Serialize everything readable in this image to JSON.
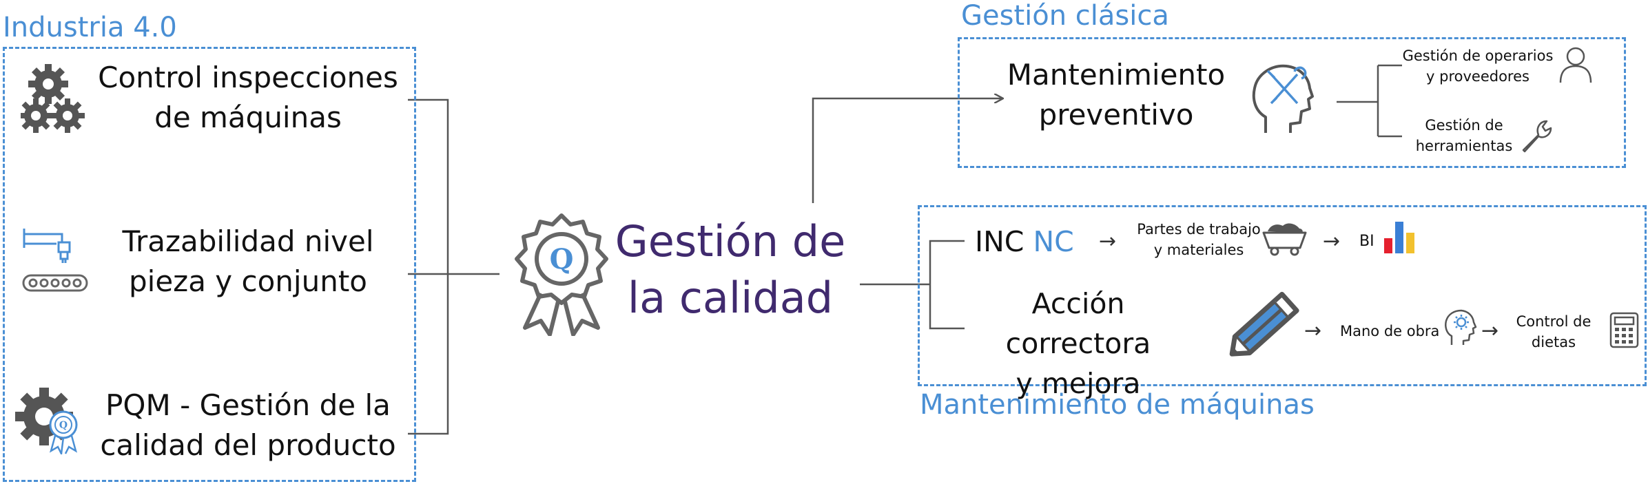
{
  "industria": {
    "title": "Industria 4.0",
    "items": [
      {
        "line1": "Control inspecciones",
        "line2": "de máquinas",
        "icon": "gears-icon"
      },
      {
        "line1": "Trazabilidad nivel",
        "line2": "pieza y conjunto",
        "icon": "conveyor-robot-icon"
      },
      {
        "line1": "PQM - Gestión de la",
        "line2": "calidad del producto",
        "icon": "gear-quality-badge-icon"
      }
    ]
  },
  "center": {
    "line1": "Gestión de",
    "line2": "la calidad",
    "icon": "quality-award-icon",
    "badge_letter": "Q"
  },
  "clasica": {
    "title": "Gestión clásica",
    "main_line1": "Mantenimiento",
    "main_line2": "preventivo",
    "main_icon": "head-tools-icon",
    "branches": [
      {
        "line1": "Gestión de operarios",
        "line2": "y proveedores",
        "icon": "person-icon"
      },
      {
        "line1": "Gestión de",
        "line2": "herramientas",
        "icon": "wrench-icon"
      }
    ]
  },
  "maquinas": {
    "title": "Mantenimiento de máquinas",
    "row1": {
      "inc": "INC",
      "nc": "NC",
      "arrow": "→",
      "partes_line1": "Partes de trabajo",
      "partes_line2": "y materiales",
      "partes_icon": "mine-cart-icon",
      "arrow2": "→",
      "bi": "BI",
      "bi_icon": "bar-chart-icon"
    },
    "row2": {
      "line1": "Acción correctora",
      "line2": "y mejora",
      "icon": "pencil-icon",
      "arrow": "→",
      "mano": "Mano de obra",
      "mano_icon": "head-gear-icon",
      "arrow2": "→",
      "control_line1": "Control de",
      "control_line2": "dietas",
      "control_icon": "calculator-icon"
    }
  },
  "colors": {
    "accent_blue": "#4a8fd4",
    "title_purple": "#402a6e",
    "icon_gray": "#555555",
    "bar_red": "#e5202e",
    "bar_blue": "#3a7fd5",
    "bar_yellow": "#f2c12e"
  }
}
